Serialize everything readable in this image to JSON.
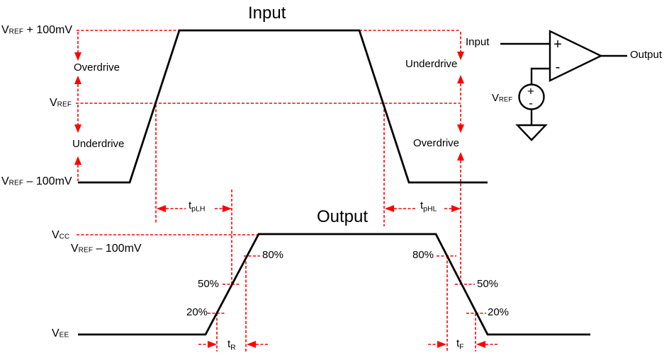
{
  "colors": {
    "trace": "#000000",
    "annotation": "#ff0000"
  },
  "input_waveform": {
    "title": "Input",
    "levels": {
      "high": {
        "pre": "V",
        "sub": "REF",
        "post": " + 100mV"
      },
      "ref": {
        "pre": "V",
        "sub": "REF",
        "post": ""
      },
      "low": {
        "pre": "V",
        "sub": "REF",
        "post": " – 100mV"
      }
    },
    "regions": {
      "left_upper": "Overdrive",
      "left_lower": "Underdrive",
      "right_upper": "Underdrive",
      "right_lower": "Overdrive"
    },
    "timings": {
      "tplh": {
        "pre": "t",
        "sub": "pLH"
      },
      "tphl": {
        "pre": "t",
        "sub": "pHL"
      }
    }
  },
  "output_waveform": {
    "title": "Output",
    "levels": {
      "vcc": {
        "pre": "V",
        "sub": "CC",
        "post": ""
      },
      "vref_minus": {
        "pre": "V",
        "sub": "REF",
        "post": " – 100mV"
      },
      "vee": {
        "pre": "V",
        "sub": "EE",
        "post": ""
      }
    },
    "thresholds": {
      "rise_80": "80%",
      "rise_50": "50%",
      "rise_20": "20%",
      "fall_80": "80%",
      "fall_50": "50%",
      "fall_20": "20%"
    },
    "timings": {
      "tr": {
        "pre": "t",
        "sub": "R"
      },
      "tf": {
        "pre": "t",
        "sub": "F"
      }
    }
  },
  "circuit": {
    "input_label": "Input",
    "output_label": "Output",
    "vref_label": {
      "pre": "V",
      "sub": "REF"
    },
    "comparator_plus": "+",
    "comparator_minus": "-",
    "source_plus": "+",
    "source_minus": "-"
  }
}
